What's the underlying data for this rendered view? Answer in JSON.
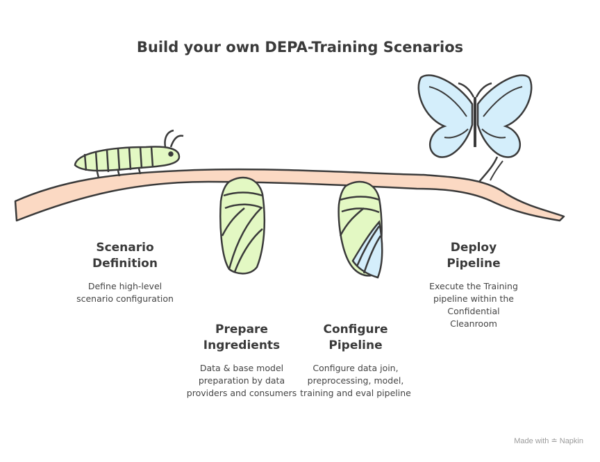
{
  "title": "Build your own DEPA-Training Scenarios",
  "steps": [
    {
      "heading": "Scenario Definition",
      "description": "Define high-level scenario configuration",
      "illustration": "caterpillar"
    },
    {
      "heading": "Prepare Ingredients",
      "description": "Data & base model preparation by data providers and consumers",
      "illustration": "chrysalis"
    },
    {
      "heading": "Configure Pipeline",
      "description": "Configure data join, preprocessing, model, training and eval pipeline",
      "illustration": "chrysalis-emerging"
    },
    {
      "heading": "Deploy Pipeline",
      "description": "Execute the Training pipeline within the Confidential Cleanroom",
      "illustration": "butterfly"
    }
  ],
  "footer": {
    "made_with": "Made with",
    "brand": "Napkin"
  },
  "colors": {
    "branch": "#fbd9c3",
    "green": "#e3f8c3",
    "blue": "#d4eefb",
    "outline": "#3a3a3a"
  }
}
